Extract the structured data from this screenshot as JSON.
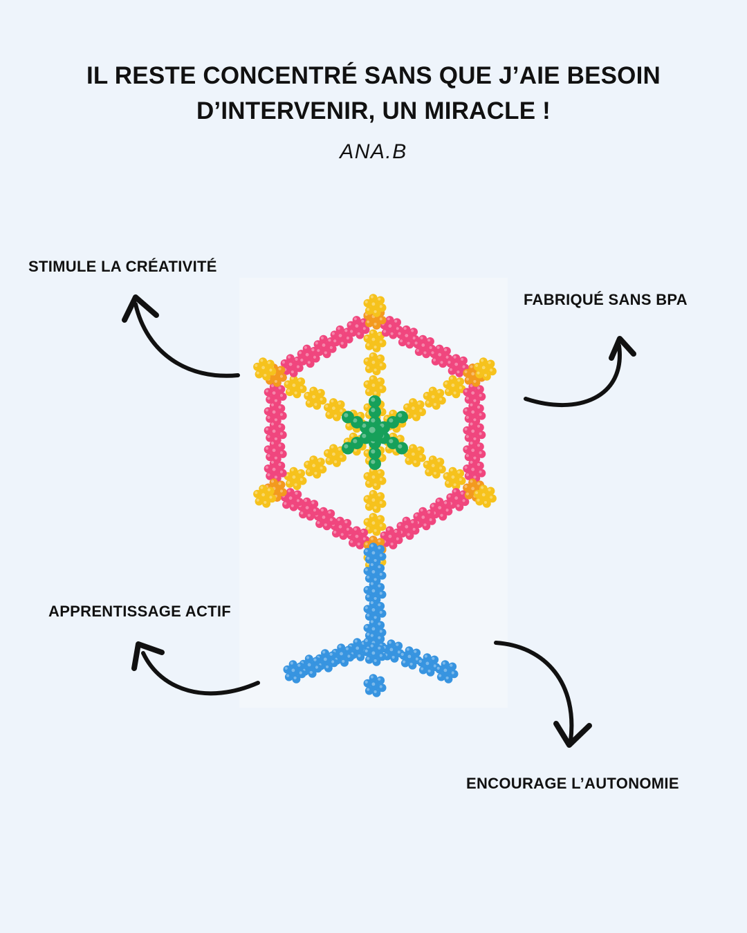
{
  "quote": {
    "line1": "IL RESTE CONCENTRÉ SANS QUE J’AIE BESOIN",
    "line2": "D’INTERVENIR, UN MIRACLE !"
  },
  "author": "ANA.B",
  "features": {
    "top_left": "STIMULE LA CRÉATIVITÉ",
    "top_right": "FABRIQUÉ SANS BPA",
    "bottom_left": "APPRENTISSAGE ACTIF",
    "bottom_right": "ENCOURAGE L’AUTONOMIE"
  },
  "colors": {
    "background": "#eef4fb",
    "text": "#111111",
    "pink": "#f0467e",
    "yellow": "#f6c21c",
    "orange": "#f39a1e",
    "green": "#16a05a",
    "blue": "#3794e0"
  },
  "icons": [
    "curved-arrow-icon"
  ]
}
